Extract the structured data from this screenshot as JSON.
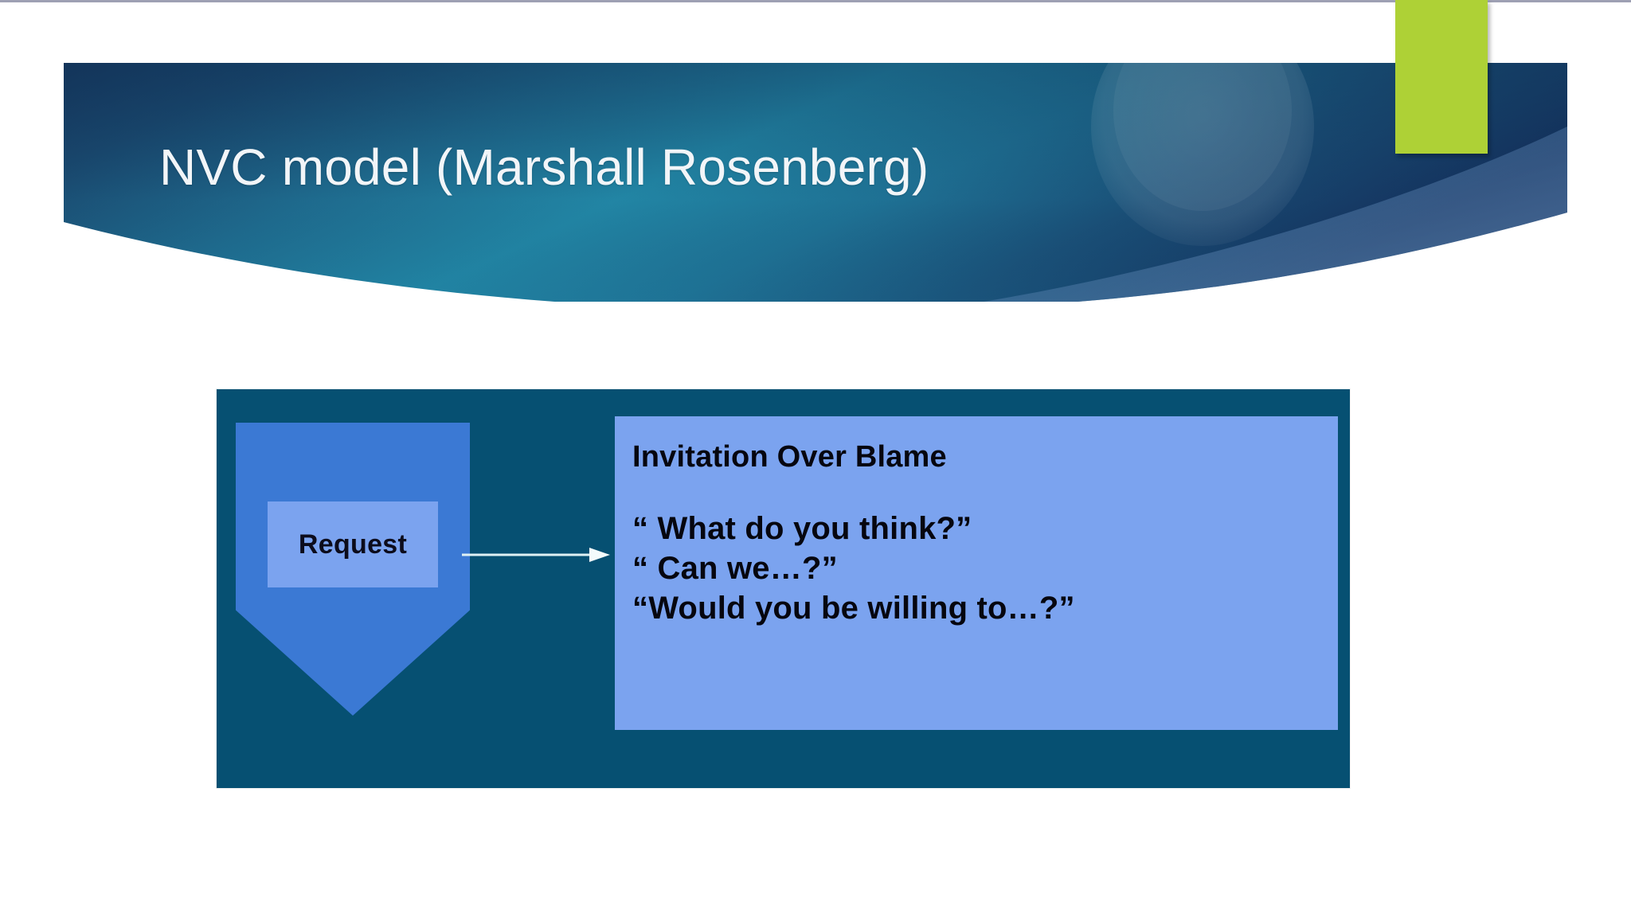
{
  "slide": {
    "title": "NVC model (Marshall Rosenberg)",
    "background_color": "#ffffff",
    "accent_color": "#aed136",
    "banner_dark_color": "#1b3c63",
    "banner_teal_color": "#2587a8"
  },
  "diagram": {
    "panel_color": "#065072",
    "shape_color": "#3b79d4",
    "card_color": "#7ba3ef",
    "node": {
      "label": "Request"
    },
    "connector": {
      "kind": "arrow-right"
    },
    "card": {
      "heading": "Invitation Over Blame",
      "lines": [
        "“ What do you think?”",
        "“ Can we…?”",
        "“Would you be willing to…?”"
      ]
    }
  }
}
